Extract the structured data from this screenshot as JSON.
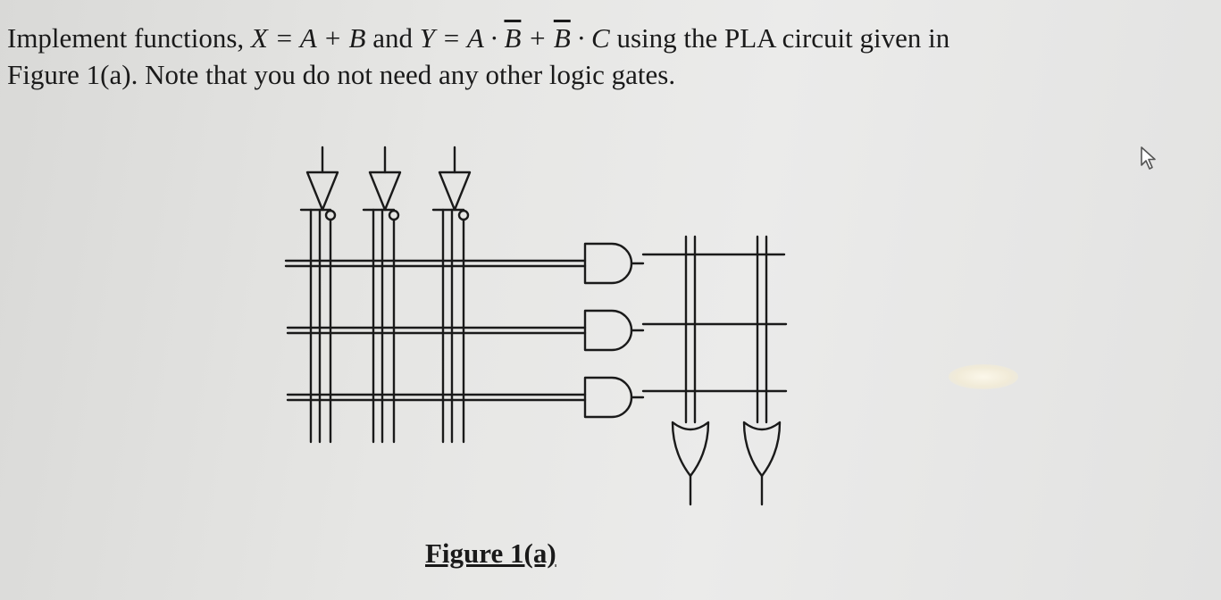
{
  "problem": {
    "line1_pre": "Implement functions, ",
    "x_eq": "X = A + B",
    "mid": " and ",
    "y_lhs": "Y = A · ",
    "b_bar": "B",
    "plus": " + ",
    "dot_c": " · C",
    "line1_post": " using the PLA circuit given in",
    "line2": "Figure 1(a). Note that you do not need any other logic gates."
  },
  "figure": {
    "caption": "Figure 1(a)",
    "input_count": 3,
    "and_gate_count": 3,
    "or_gate_count": 2
  },
  "colors": {
    "ink": "#1a1a1a",
    "paper": "#e6e6e4"
  },
  "icons": {
    "cursor": "mouse-pointer-icon"
  }
}
